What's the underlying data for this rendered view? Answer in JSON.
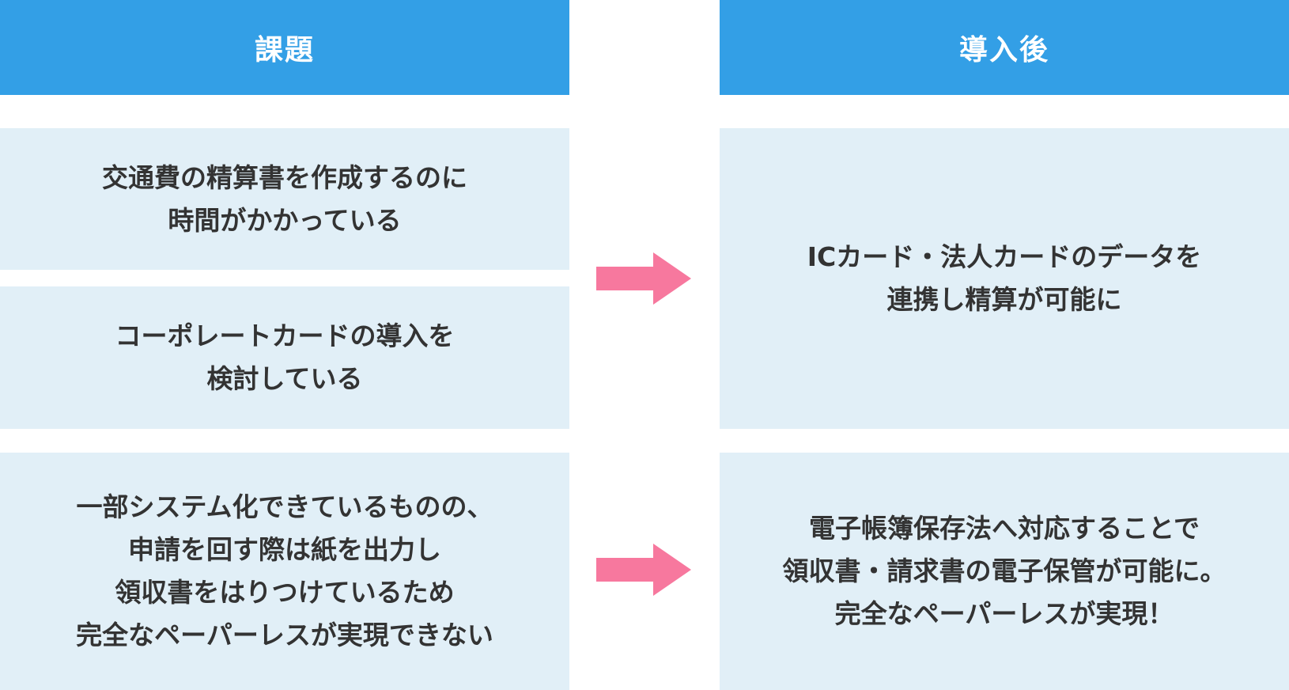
{
  "left": {
    "header": "課題",
    "boxes": [
      {
        "lines": [
          "交通費の精算書を作成するのに",
          "時間がかかっている"
        ]
      },
      {
        "lines": [
          "コーポレートカードの導入を",
          "検討している"
        ]
      },
      {
        "lines": [
          "一部システム化できているものの、",
          "申請を回す際は紙を出力し",
          "領収書をはりつけているため",
          "完全なペーパーレスが実現できない"
        ]
      }
    ]
  },
  "right": {
    "header": "導入後",
    "boxes": [
      {
        "lines": [
          "ICカード・法人カードのデータを",
          "連携し精算が可能に"
        ]
      },
      {
        "lines": [
          "電子帳簿保存法へ対応することで",
          "領収書・請求書の電子保管が可能に。",
          "完全なペーパーレスが実現！"
        ]
      }
    ]
  },
  "colors": {
    "header_bg": "#339fe6",
    "box_bg": "#e1eff7",
    "arrow": "#f7789e",
    "text": "#333333"
  },
  "icons": [
    "right-arrow-icon",
    "right-arrow-icon"
  ]
}
